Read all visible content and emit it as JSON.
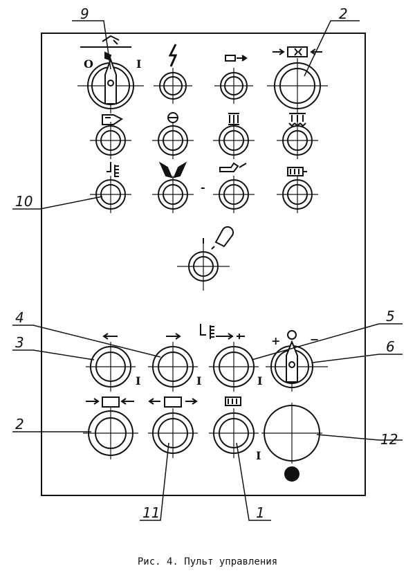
{
  "caption": "Рис. 4. Пульт управления",
  "labels": {
    "n9": "9",
    "n2_top": "2",
    "n10": "10",
    "n4": "4",
    "n3": "3",
    "n5": "5",
    "n6": "6",
    "n2_bottom": "2",
    "n12": "12",
    "n11": "11",
    "n1": "1"
  },
  "marks": {
    "zero_top": "O",
    "one_top": "I",
    "one_3": "I",
    "one_4": "I",
    "one_row4_c": "I",
    "one_row5_c": "I",
    "plus": "+",
    "zero_6": "O",
    "minus_6": "−",
    "minus_row3": "-"
  },
  "colors": {
    "ink": "#111111",
    "paper": "#ffffff"
  }
}
